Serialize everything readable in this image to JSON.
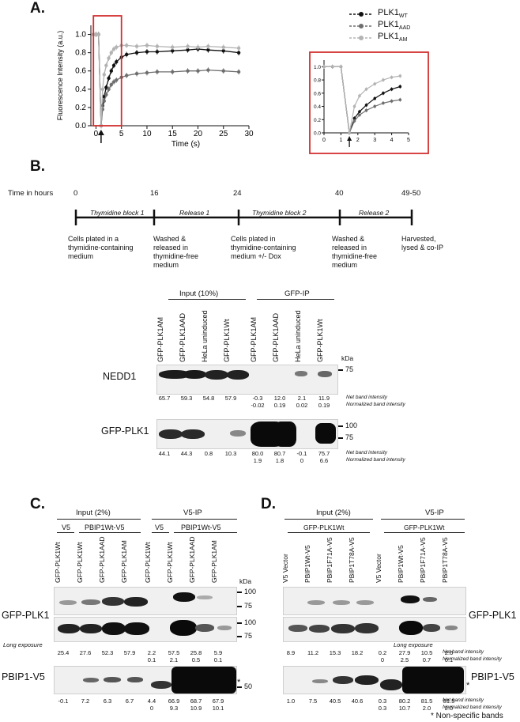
{
  "panels": {
    "a": "A.",
    "b": "B.",
    "c": "C.",
    "d": "D."
  },
  "chart_data": [
    {
      "type": "line",
      "ylabel": "Fluorescence Intensity (a.u.)",
      "xlabel": "Time (s)",
      "xlim": [
        -1,
        30
      ],
      "ylim": [
        0,
        1.1
      ],
      "x_ticks": [
        "0",
        "5",
        "10",
        "15",
        "20",
        "25",
        "30"
      ],
      "y_ticks": [
        "0.0",
        "0.2",
        "0.4",
        "0.6",
        "0.8",
        "1.0"
      ],
      "legend_position": "right",
      "bleach_time": 1,
      "highlight_range": [
        -0.5,
        5
      ],
      "series": [
        {
          "name": "PLK1WT",
          "name_main": "PLK1",
          "name_sub": "WT",
          "color": "#111111",
          "points": [
            [
              -0.5,
              1.0
            ],
            [
              0,
              1.0
            ],
            [
              0.5,
              1.0
            ],
            [
              1,
              0.0
            ],
            [
              1.3,
              0.22
            ],
            [
              1.6,
              0.32
            ],
            [
              2,
              0.42
            ],
            [
              2.5,
              0.52
            ],
            [
              3,
              0.6
            ],
            [
              3.5,
              0.66
            ],
            [
              4,
              0.7
            ],
            [
              5,
              0.75
            ],
            [
              6,
              0.78
            ],
            [
              8,
              0.8
            ],
            [
              10,
              0.81
            ],
            [
              12,
              0.81
            ],
            [
              15,
              0.82
            ],
            [
              18,
              0.83
            ],
            [
              20,
              0.84
            ],
            [
              22,
              0.83
            ],
            [
              25,
              0.82
            ],
            [
              28,
              0.8
            ]
          ]
        },
        {
          "name": "PLK1AAD",
          "name_main": "PLK1",
          "name_sub": "AAD",
          "color": "#6e6e6e",
          "points": [
            [
              -0.5,
              1.0
            ],
            [
              0,
              1.0
            ],
            [
              0.5,
              1.0
            ],
            [
              1,
              0.0
            ],
            [
              1.3,
              0.18
            ],
            [
              1.6,
              0.27
            ],
            [
              2,
              0.34
            ],
            [
              2.5,
              0.4
            ],
            [
              3,
              0.45
            ],
            [
              3.5,
              0.48
            ],
            [
              4,
              0.5
            ],
            [
              5,
              0.53
            ],
            [
              6,
              0.55
            ],
            [
              8,
              0.57
            ],
            [
              10,
              0.58
            ],
            [
              12,
              0.59
            ],
            [
              15,
              0.59
            ],
            [
              18,
              0.6
            ],
            [
              20,
              0.6
            ],
            [
              22,
              0.61
            ],
            [
              25,
              0.6
            ],
            [
              28,
              0.59
            ]
          ]
        },
        {
          "name": "PLK1AM",
          "name_main": "PLK1",
          "name_sub": "AM",
          "color": "#b3b3b3",
          "points": [
            [
              -0.5,
              1.0
            ],
            [
              0,
              1.0
            ],
            [
              0.5,
              1.0
            ],
            [
              1,
              0.0
            ],
            [
              1.3,
              0.4
            ],
            [
              1.6,
              0.56
            ],
            [
              2,
              0.66
            ],
            [
              2.5,
              0.74
            ],
            [
              3,
              0.8
            ],
            [
              3.5,
              0.84
            ],
            [
              4,
              0.86
            ],
            [
              5,
              0.88
            ],
            [
              6,
              0.88
            ],
            [
              8,
              0.87
            ],
            [
              10,
              0.88
            ],
            [
              12,
              0.87
            ],
            [
              15,
              0.86
            ],
            [
              18,
              0.87
            ],
            [
              20,
              0.86
            ],
            [
              22,
              0.87
            ],
            [
              25,
              0.86
            ],
            [
              28,
              0.85
            ]
          ]
        }
      ]
    },
    {
      "type": "line",
      "inset": true,
      "xlim": [
        0,
        5
      ],
      "ylim": [
        0,
        1.1
      ],
      "x_ticks": [
        "0",
        "1",
        "2",
        "3",
        "4",
        "5"
      ],
      "y_ticks": [
        "0.0",
        "0.2",
        "0.4",
        "0.6",
        "0.8",
        "1.0"
      ],
      "bleach_time": 1.5
    }
  ],
  "timeline": {
    "header": "Time in hours",
    "times": [
      "0",
      "16",
      "24",
      "40",
      "49-50"
    ],
    "phases": [
      "Thymidine block 1",
      "Release 1",
      "Thymidine block 2",
      "Release 2"
    ],
    "events": [
      "Cells plated in a\nthymidine-containing\nmedium",
      "Washed &\nreleased in\nthymidine-free\nmedium",
      "Cells plated in\nthymidine-containing\nmedium +/- Dox",
      "Washed &\nreleased in\nthymidine-free\nmedium",
      "Harvested,\nlysed & co-IP"
    ]
  },
  "blot_b": {
    "group_input": "Input (10%)",
    "group_ip": "GFP-IP",
    "lanes": [
      "GFP-PLK1AM",
      "GFP-PLK1AAD",
      "HeLa uninduced",
      "GFP-PLK1Wt",
      "GFP-PLK1AM",
      "GFP-PLK1AAD",
      "HeLa uninduced",
      "GFP-PLK1Wt"
    ],
    "kda": "kDa",
    "nedd1": {
      "label": "NEDD1",
      "marker": "75",
      "net": [
        "65.7",
        "59.3",
        "54.8",
        "57.9",
        "-0.3",
        "12.0",
        "2.1",
        "11.9"
      ],
      "norm": [
        "-0.02",
        "0.19",
        "0.02",
        "0.19"
      ]
    },
    "gfp": {
      "label": "GFP-PLK1",
      "markers": [
        "100",
        "75"
      ],
      "net": [
        "44.1",
        "44.3",
        "0.8",
        "10.3",
        "80.0",
        "80.7",
        "-0.1",
        "75.7"
      ],
      "norm": [
        "1.9",
        "1.8",
        "0",
        "6.6"
      ]
    },
    "net_label": "Net band intensity",
    "norm_label": "Normalized band intensity"
  },
  "blot_c": {
    "group_input": "Input (2%)",
    "group_ip": "V5-IP",
    "sub_v5": "V5",
    "sub_pbip": "PBIP1Wt-V5",
    "lanes": [
      "GFP-PLK1Wt",
      "GFP-PLK1Wt",
      "GFP-PLK1AAD",
      "GFP-PLK1AM",
      "GFP-PLK1Wt",
      "GFP-PLK1Wt",
      "GFP-PLK1AAD",
      "GFP-PLK1AM"
    ],
    "kda": "kDa",
    "markers": [
      "100",
      "75",
      "100",
      "75",
      "50"
    ],
    "gfp_label": "GFP-PLK1",
    "long_exposure": "Long exposure",
    "gfp_net": [
      "25.4",
      "27.6",
      "52.3",
      "57.9",
      "2.2",
      "57.5",
      "25.8",
      "5.9"
    ],
    "gfp_norm": [
      "0.1",
      "2.1",
      "0.5",
      "0.1"
    ],
    "pbip_label": "PBIP1-V5",
    "pbip_net": [
      "-0.1",
      "7.2",
      "6.3",
      "6.7",
      "4.4",
      "66.9",
      "68.7",
      "67.9"
    ],
    "pbip_norm": [
      "0",
      "9.3",
      "10.9",
      "10.1"
    ],
    "asterisk": "*"
  },
  "blot_d": {
    "group_input": "Input (2%)",
    "group_ip": "V5-IP",
    "sub_gfp": "GFP-PLK1Wt",
    "lanes": [
      "V5 Vector",
      "PBIP1Wt-V5",
      "PBIP1F71A-V5",
      "PBIP1T78A-V5",
      "V5 Vector",
      "PBIP1Wt-V5",
      "PBIP1F71A-V5",
      "PBIP1T78A-V5"
    ],
    "gfp_label": "GFP-PLK1",
    "long_exposure": "Long exposure",
    "gfp_net": [
      "8.9",
      "11.2",
      "15.3",
      "18.2",
      "0.2",
      "27.9",
      "10.5",
      "2.6"
    ],
    "gfp_norm": [
      "0",
      "2.5",
      "0.7",
      "0.1"
    ],
    "pbip_label": "PBIP1-V5",
    "pbip_net": [
      "1.0",
      "7.5",
      "40.5",
      "40.6",
      "0.3",
      "80.2",
      "81.5",
      "81.5"
    ],
    "pbip_norm": [
      "0.3",
      "10.7",
      "2.0",
      "2.0"
    ],
    "net_label": "Net band intensity",
    "norm_label": "Normalized band intensity",
    "footnote": "* Non-specific bands",
    "asterisk": "*"
  }
}
